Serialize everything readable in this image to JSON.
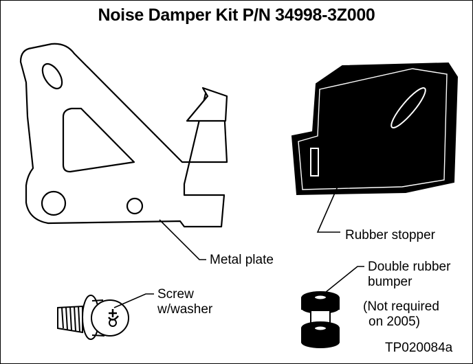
{
  "title": "Noise Damper Kit P/N 34998-3Z000",
  "labels": {
    "metal_plate": "Metal plate",
    "rubber_stopper": "Rubber stopper",
    "screw_line1": "Screw",
    "screw_line2": "w/washer",
    "bumper_line1": "Double rubber",
    "bumper_line2": "bumper",
    "note_line1": "(Not required",
    "note_line2": "on 2005)"
  },
  "figure_code": "TP020084a"
}
